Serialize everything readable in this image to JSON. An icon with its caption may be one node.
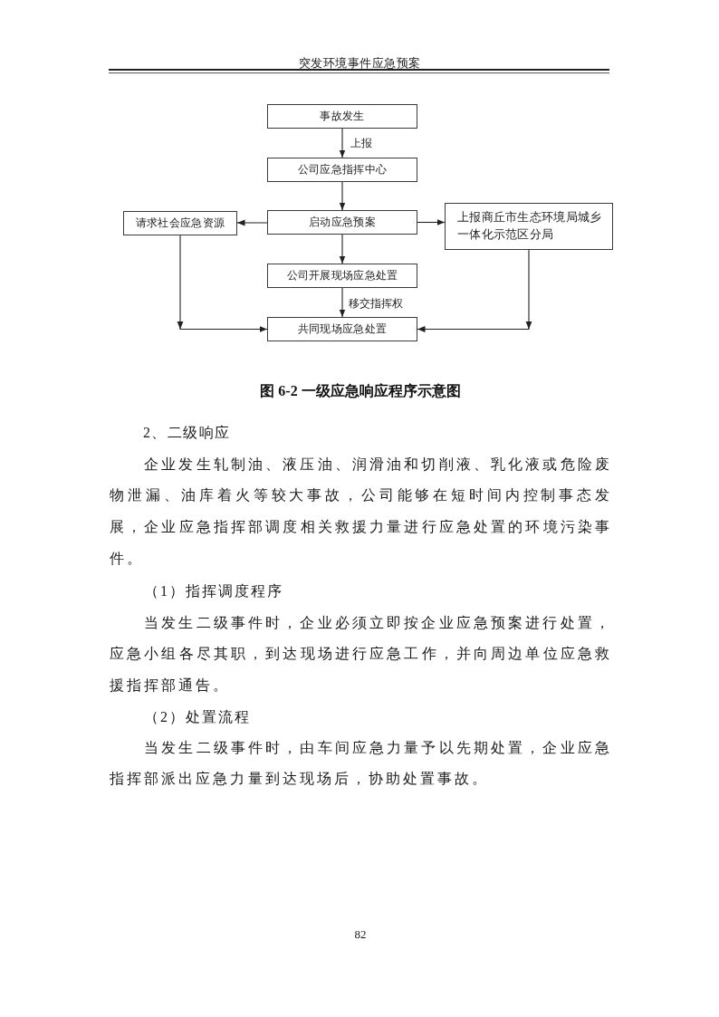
{
  "diagram": {
    "caption": "图 6-2 一级应急响应程序示意图",
    "nodes": [
      {
        "text": [
          "事故发生"
        ]
      },
      {
        "text": [
          "公司应急指挥中心"
        ]
      },
      {
        "text": [
          "启动应急预案"
        ]
      },
      {
        "text": [
          "请求社会应急资源"
        ]
      },
      {
        "text": [
          "上报商丘市生态环境局城乡一体化示范区分局"
        ]
      },
      {
        "text": [
          "公司开展现场应急处置"
        ]
      },
      {
        "text": [
          "共同现场应急处置"
        ]
      }
    ],
    "edges": [
      {
        "from": 0,
        "to": 1,
        "arrow": "to",
        "label": "上报"
      },
      {
        "from": 1,
        "to": 2,
        "arrow": "to"
      },
      {
        "from": 2,
        "to": 3,
        "arrow": "to"
      },
      {
        "from": 2,
        "to": 4,
        "arrow": "to"
      },
      {
        "from": 2,
        "to": 5,
        "arrow": "to"
      },
      {
        "from": 5,
        "to": 6,
        "arrow": "to",
        "label": "移交指挥权"
      },
      {
        "from": 3,
        "to": 6,
        "arrow": "to"
      },
      {
        "from": 4,
        "to": 6,
        "arrow": "to"
      }
    ],
    "labels": [
      "突发环境事件应急预案",
      "2、二级响应",
      "企业发生轧制油、液压油、润滑油和切削液、乳化液或危险废物泄漏、油库着火等较大事故，公司能够在短时间内控制事态发展，企业应急指挥部调度相关救援力量进行应急处置的环境污染事件。",
      "（1）指挥调度程序",
      "当发生二级事件时，企业必须立即按企业应急预案进行处置，应急小组各尽其职，到达现场进行应急工作，并向周边单位应急救援指挥部通告。",
      "（2）处置流程",
      "当发生二级事件时，由车间应急力量予以先期处置，企业应急指挥部派出应急力量到达现场后，协助处置事故。",
      "82"
    ]
  }
}
